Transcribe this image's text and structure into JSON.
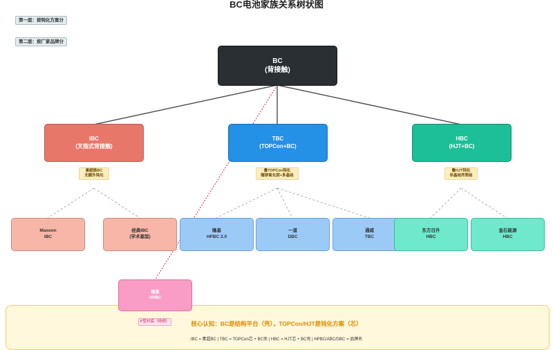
{
  "title": "BC电池家族关系树状图",
  "layers": [
    "第一层：按钝化方案分",
    "第二层：按厂家品牌分"
  ],
  "root": {
    "line1": "BC",
    "line2": "(背接触)"
  },
  "mid": [
    {
      "line1": "IBC",
      "line2": "(叉指式背接触)",
      "note1": "素超族BC",
      "note2": "无额外钝化"
    },
    {
      "line1": "TBC",
      "line2": "(TOPCon+BC)",
      "note1": "叠TOPCon钝化",
      "note2": "隧穿氧化层+多晶硅"
    },
    {
      "line1": "HBC",
      "line2": "(HJT+BC)",
      "note1": "叠HJT钝化",
      "note2": "非晶硅异质结"
    }
  ],
  "leaves": [
    {
      "line1": "Maxeon",
      "line2": "IBC"
    },
    {
      "line1": "经典IBC",
      "line2": "(学术基型)"
    },
    {
      "line1": "隆基",
      "line2": "HPBC 2.0"
    },
    {
      "line1": "一道",
      "line2": "DBC"
    },
    {
      "line1": "通威",
      "line2": "TBC"
    },
    {
      "line1": "东方日升",
      "line2": "HBC"
    },
    {
      "line1": "金石能源",
      "line2": "HBC"
    }
  ],
  "p_leaf": {
    "line1": "隆基",
    "line2": "HPBC"
  },
  "p_tag": "P型衬底（特例）",
  "bottom": {
    "main": "核心认知：BC是结构平台（壳），TOPCon/HJT是钝化方案（芯）",
    "legend": "IBC = 素超BC  |  TBC = TOPCon芯 + BC壳  |  HBC = HJT芯 + BC壳  |  HPBC/ABC/DBC = 品牌名"
  }
}
